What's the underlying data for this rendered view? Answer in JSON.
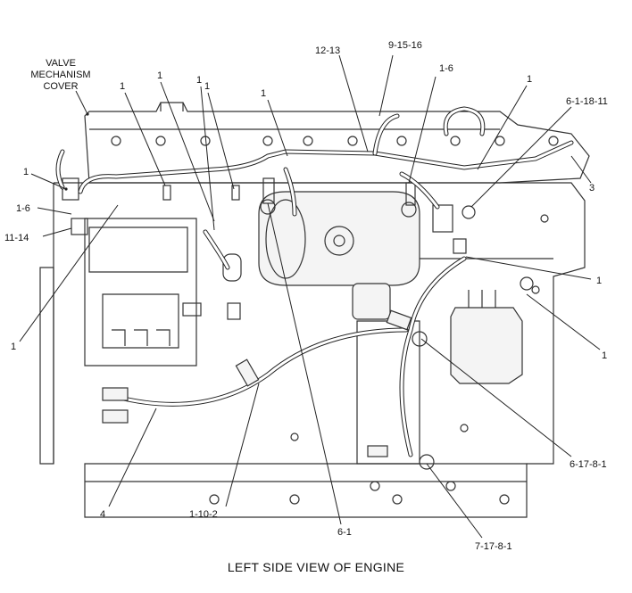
{
  "figure": {
    "caption": "LEFT SIDE VIEW OF ENGINE",
    "callouts": {
      "valve_cover": [
        "VALVE",
        "MECHANISM",
        "COVER"
      ],
      "c_12_13": "12-13",
      "c_9_15_16": "9-15-16",
      "c_1_6_top": "1-6",
      "c_1": "1",
      "c_6_1_18_11": "6-1-18-11",
      "c_3": "3",
      "c_1_6_left": "1-6",
      "c_11_14": "11-14",
      "c_6_17_8_1": "6-17-8-1",
      "c_4": "4",
      "c_1_10_2": "1-10-2",
      "c_6_1": "6-1",
      "c_7_17_8_1": "7-17-8-1"
    }
  }
}
